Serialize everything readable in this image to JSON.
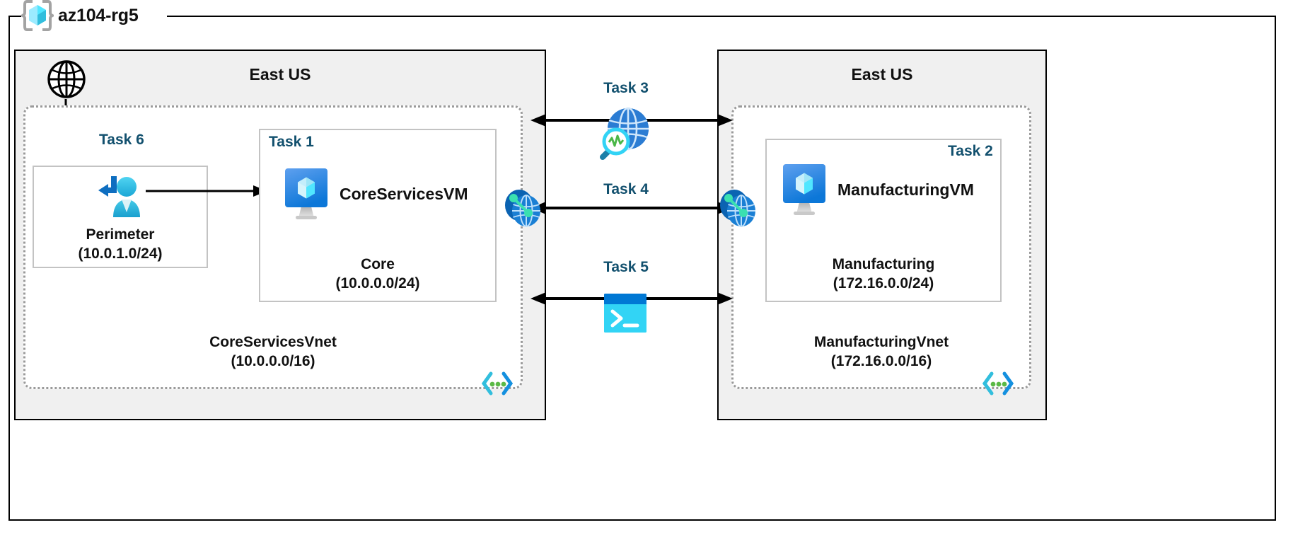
{
  "resource_group": {
    "name": "az104-rg5",
    "icon": "azure-resource-group-icon"
  },
  "regions": [
    {
      "id": "left",
      "title": "East US"
    },
    {
      "id": "right",
      "title": "East US"
    }
  ],
  "vnets": [
    {
      "id": "coreservices",
      "name": "CoreServicesVnet",
      "address_space": "(10.0.0.0/16)",
      "corner_icon": "vnet-brackets-icon"
    },
    {
      "id": "manufacturing",
      "name": "ManufacturingVnet",
      "address_space": "(172.16.0.0/16)",
      "corner_icon": "vnet-brackets-icon"
    }
  ],
  "subnets": [
    {
      "id": "perimeter",
      "task": "Task 6",
      "name": "Perimeter",
      "address_space": "(10.0.1.0/24)",
      "icon": "user-signin-icon"
    },
    {
      "id": "core",
      "task": "Task 1",
      "name": "Core",
      "address_space": "(10.0.0.0/24)",
      "vm": "CoreServicesVM",
      "icon": "virtual-machine-icon"
    },
    {
      "id": "manufacturing",
      "task": "Task 2",
      "name": "Manufacturing",
      "address_space": "(172.16.0.0/24)",
      "vm": "ManufacturingVM",
      "icon": "virtual-machine-icon"
    }
  ],
  "center_tasks": [
    {
      "id": "task3",
      "label": "Task 3",
      "icon": "network-watcher-icon"
    },
    {
      "id": "task4",
      "label": "Task 4",
      "icon": "vnet-peering-icon"
    },
    {
      "id": "task5",
      "label": "Task 5",
      "icon": "cloud-shell-icon"
    }
  ],
  "external": {
    "icon": "internet-globe-icon"
  },
  "colors": {
    "task_text": "#12506e",
    "region_fill": "#f0f0f0",
    "region_border": "#000000",
    "vnet_border": "#9a9a9a",
    "subnet_border": "#c3c3c3",
    "azure_blue": "#0078d4",
    "cyan": "#50e6ff",
    "green": "#5bb946",
    "arrow": "#000000"
  }
}
